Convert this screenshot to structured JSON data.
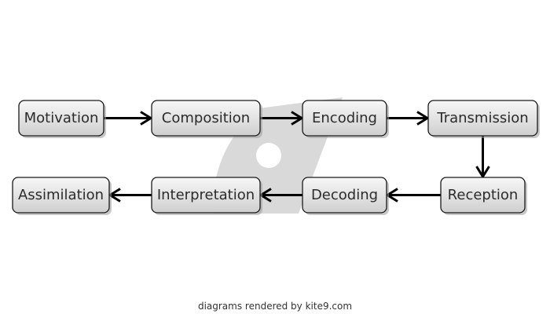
{
  "diagram": {
    "nodes": [
      {
        "id": "motivation",
        "label": "Motivation"
      },
      {
        "id": "composition",
        "label": "Composition"
      },
      {
        "id": "encoding",
        "label": "Encoding"
      },
      {
        "id": "transmission",
        "label": "Transmission"
      },
      {
        "id": "reception",
        "label": "Reception"
      },
      {
        "id": "decoding",
        "label": "Decoding"
      },
      {
        "id": "interpretation",
        "label": "Interpretation"
      },
      {
        "id": "assimilation",
        "label": "Assimilation"
      }
    ],
    "edges": [
      {
        "from": "motivation",
        "to": "composition"
      },
      {
        "from": "composition",
        "to": "encoding"
      },
      {
        "from": "encoding",
        "to": "transmission"
      },
      {
        "from": "transmission",
        "to": "reception"
      },
      {
        "from": "reception",
        "to": "decoding"
      },
      {
        "from": "decoding",
        "to": "interpretation"
      },
      {
        "from": "interpretation",
        "to": "assimilation"
      }
    ]
  },
  "footer": {
    "text": "diagrams rendered by kite9.com"
  },
  "colors": {
    "box_gradient_top": "#f7f7f7",
    "box_gradient_bottom": "#cfcfcf",
    "watermark": "#d9d9d9"
  },
  "icons": {
    "watermark": "kite9-logo-watermark"
  }
}
